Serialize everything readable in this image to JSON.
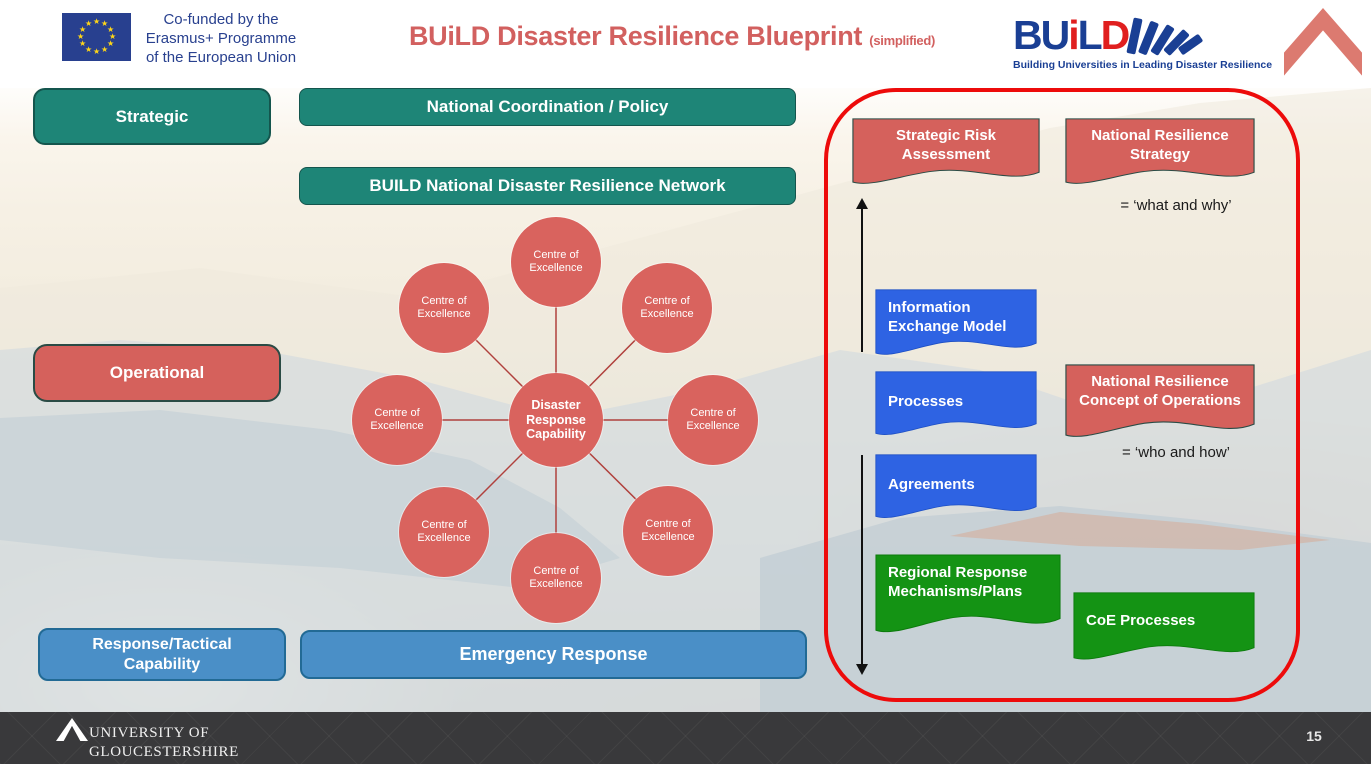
{
  "header": {
    "eu_line1": "Co-funded by the",
    "eu_line2": "Erasmus+ Programme",
    "eu_line3": "of the European Union",
    "title": "BUiLD Disaster Resilience Blueprint",
    "title_suffix": "(simplified)",
    "logo": {
      "part1": "BU",
      "part2": "i",
      "part3": "L",
      "part4": "D",
      "tagline": "Building Universities in Leading Disaster Resilience"
    }
  },
  "levels": {
    "strategic": "Strategic",
    "operational": "Operational",
    "response_tactical": "Response/Tactical Capability"
  },
  "bars": {
    "national_coordination": "National Coordination / Policy",
    "build_network": "BUILD National Disaster Resilience Network",
    "emergency_response": "Emergency Response"
  },
  "hub": {
    "center_label": "Disaster Response Capability",
    "spoke_label": "Centre of Excellence"
  },
  "panel": {
    "strategic_risk": "Strategic Risk Assessment",
    "national_strategy": "National Resilience Strategy",
    "note_what_why": "= ‘what and why’",
    "info_exchange": "Information Exchange Model",
    "processes": "Processes",
    "concept_ops": "National Resilience Concept of Operations",
    "note_who_how": "= ‘who and how’",
    "agreements": "Agreements",
    "regional_response": "Regional Response Mechanisms/Plans",
    "coe_processes": "CoE Processes"
  },
  "footer": {
    "university_line1": "UNIVERSITY OF",
    "university_line2": "GLOUCESTERSHIRE",
    "page_number": "15"
  },
  "colors": {
    "teal": "#1e8577",
    "salmon": "#d5615c",
    "bar_blue": "#4a8fc7",
    "wave_blue": "#2e63e3",
    "wave_green": "#149314",
    "panel_border": "#ed0b0b",
    "title_red": "#d2605f",
    "logo_navy": "#1a3f94",
    "logo_red": "#e01f1f",
    "footer_bg": "#39393b"
  }
}
